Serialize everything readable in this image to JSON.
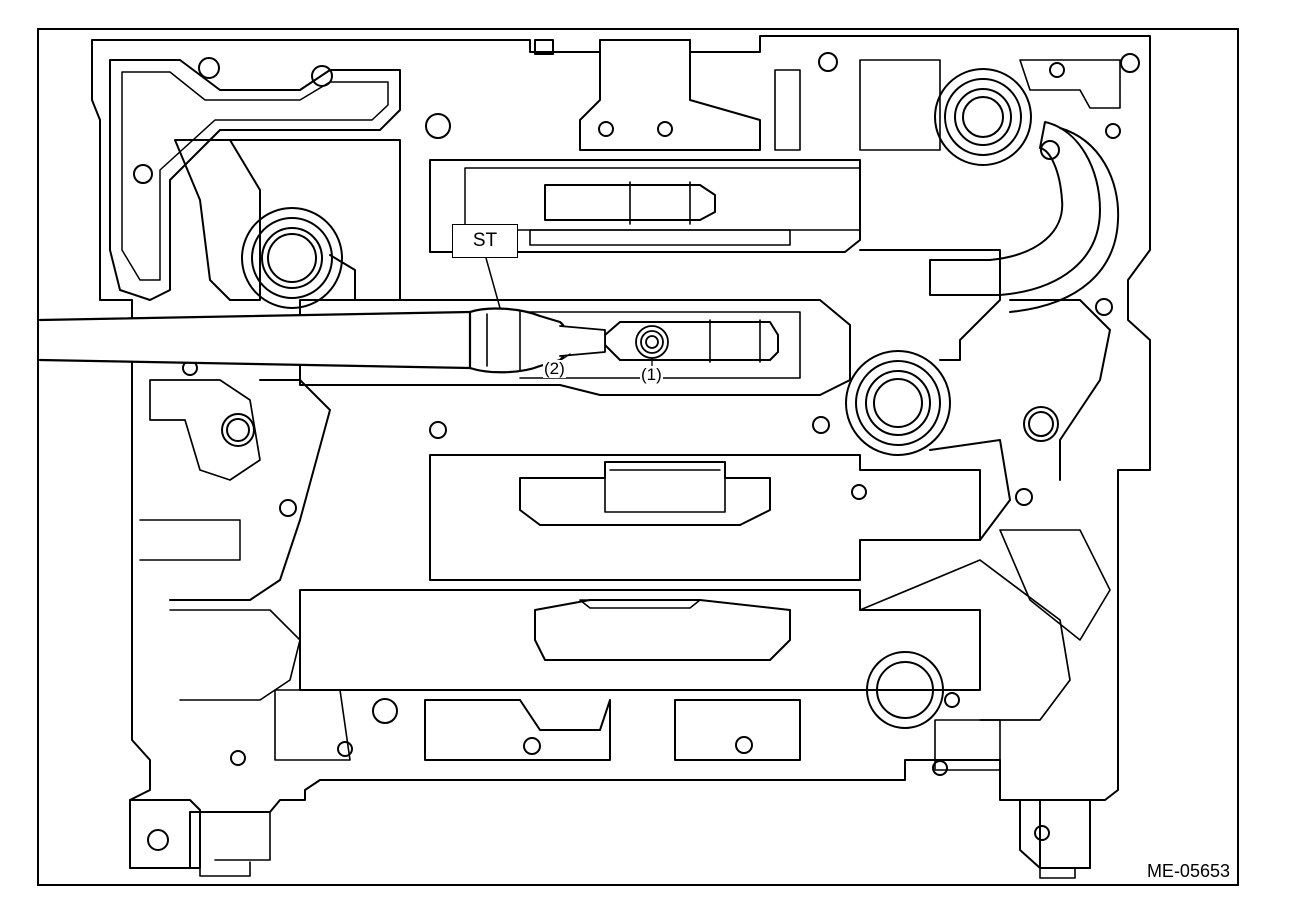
{
  "figure": {
    "tool_label": "ST",
    "callout_1": "(1)",
    "callout_2": "(2)",
    "figure_code": "ME-05653"
  },
  "colors": {
    "line": "#000000",
    "background": "#ffffff"
  }
}
